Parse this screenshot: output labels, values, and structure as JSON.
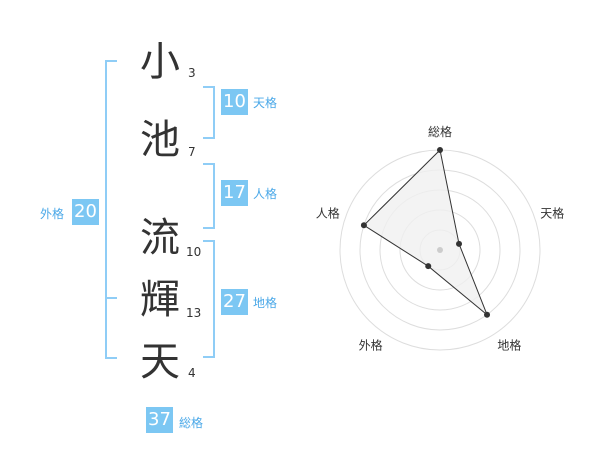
{
  "surname": [
    {
      "char": "小",
      "strokes": "3"
    },
    {
      "char": "池",
      "strokes": "7"
    }
  ],
  "given_name": [
    {
      "char": "流",
      "strokes": "10"
    },
    {
      "char": "輝",
      "strokes": "13"
    },
    {
      "char": "天",
      "strokes": "4"
    }
  ],
  "fortunes": {
    "tenkaku": {
      "value": "10",
      "label": "天格"
    },
    "jinkaku": {
      "value": "17",
      "label": "人格"
    },
    "chikaku": {
      "value": "27",
      "label": "地格"
    },
    "gaikaku": {
      "value": "20",
      "label": "外格"
    },
    "soukaku": {
      "value": "37",
      "label": "総格"
    }
  },
  "radar": {
    "axes": [
      "総格",
      "天格",
      "地格",
      "外格",
      "人格"
    ],
    "levels": 5,
    "values": [
      5,
      1,
      4,
      1,
      4
    ],
    "max": 5,
    "colors": {
      "grid": "#dddddd",
      "fill": "#f0f0f0",
      "line": "#333333",
      "point": "#333333",
      "center": "#cccccc"
    }
  },
  "colors": {
    "accent": "#7cc7f3",
    "bracket": "#8fcdf6",
    "label": "#4aa8e8"
  }
}
